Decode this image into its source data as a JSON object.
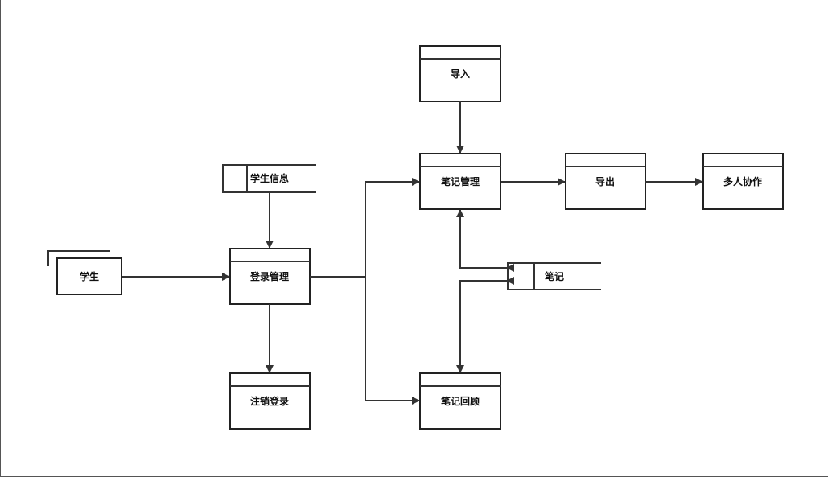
{
  "diagram": {
    "line_color": "#333333",
    "border_color": "#222222",
    "external_entity": {
      "label": "学生"
    },
    "data_stores": {
      "student_info": {
        "label": "学生信息"
      },
      "notes": {
        "label": "笔记"
      }
    },
    "processes": {
      "login": {
        "label": "登录管理"
      },
      "logout": {
        "label": "注销登录"
      },
      "note_manage": {
        "label": "笔记管理"
      },
      "note_review": {
        "label": "笔记回顾"
      },
      "import": {
        "label": "导入"
      },
      "export": {
        "label": "导出"
      },
      "collab": {
        "label": "多人协作"
      }
    }
  }
}
